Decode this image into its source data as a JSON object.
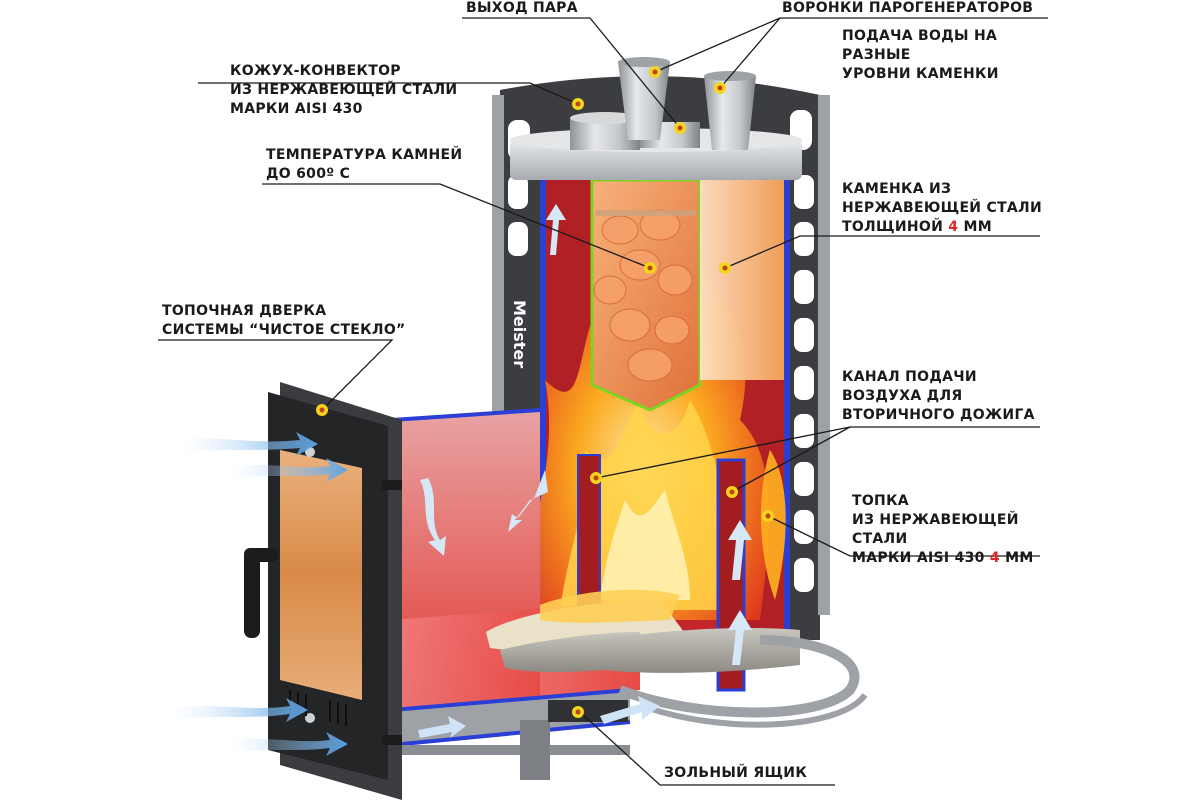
{
  "diagram": {
    "subject": "Sauna stove cutaway",
    "brand_text": "Meister",
    "colors": {
      "text": "#1a1a1a",
      "highlight": "#e0262b",
      "marker_outer": "#f7d21e",
      "marker_inner": "#b5471a",
      "firebox": "#d9302a",
      "flame": "#ff9a1f",
      "steel": "#b9bcbf",
      "frame_dark": "#3b3d40",
      "edge_blue": "#2b3fd6",
      "stone_basket_edge": "#7ed321",
      "glass": "#e3a066",
      "air_flow": "#8fc3ef"
    },
    "labels": [
      {
        "id": "steam-outlet",
        "lines": [
          "ВЫХОД ПАРА"
        ]
      },
      {
        "id": "steam-funnels",
        "lines": [
          "ВОРОНКИ ПАРОГЕНЕРАТОРОВ"
        ]
      },
      {
        "id": "water-supply",
        "lines": [
          "ПОДАЧА ВОДЫ НА",
          "РАЗНЫЕ",
          "УРОВНИ КАМЕНКИ"
        ]
      },
      {
        "id": "convector-casing",
        "lines": [
          "КОЖУХ-КОНВЕКТОР",
          "ИЗ НЕРЖАВЕЮЩЕЙ СТАЛИ",
          "МАРКИ AISI 430"
        ]
      },
      {
        "id": "stone-temperature",
        "lines": [
          "ТЕМПЕРАТУРА КАМНЕЙ",
          "ДО 600º С"
        ]
      },
      {
        "id": "heater-stainless",
        "lines": [
          "КАМЕНКА ИЗ",
          "НЕРЖАВЕЮЩЕЙ СТАЛИ"
        ],
        "last_line": {
          "before": "ТОЛЩИНОЙ ",
          "highlight": "4",
          "after": " ММ"
        }
      },
      {
        "id": "firebox-door",
        "lines": [
          "ТОПОЧНАЯ ДВЕРКА",
          "СИСТЕМЫ “ЧИСТОЕ СТЕКЛО”"
        ]
      },
      {
        "id": "secondary-air-channel",
        "lines": [
          "КАНАЛ ПОДАЧИ",
          "ВОЗДУХА ДЛЯ",
          "ВТОРИЧНОГО ДОЖИГА"
        ]
      },
      {
        "id": "firebox-stainless",
        "lines": [
          "ТОПКА",
          "ИЗ НЕРЖАВЕЮЩЕЙ",
          "СТАЛИ"
        ],
        "last_line": {
          "before": "МАРКИ AISI 430 ",
          "highlight": "4",
          "after": " ММ"
        }
      },
      {
        "id": "ash-box",
        "lines": [
          "ЗОЛЬНЫЙ ЯЩИК"
        ]
      }
    ]
  }
}
